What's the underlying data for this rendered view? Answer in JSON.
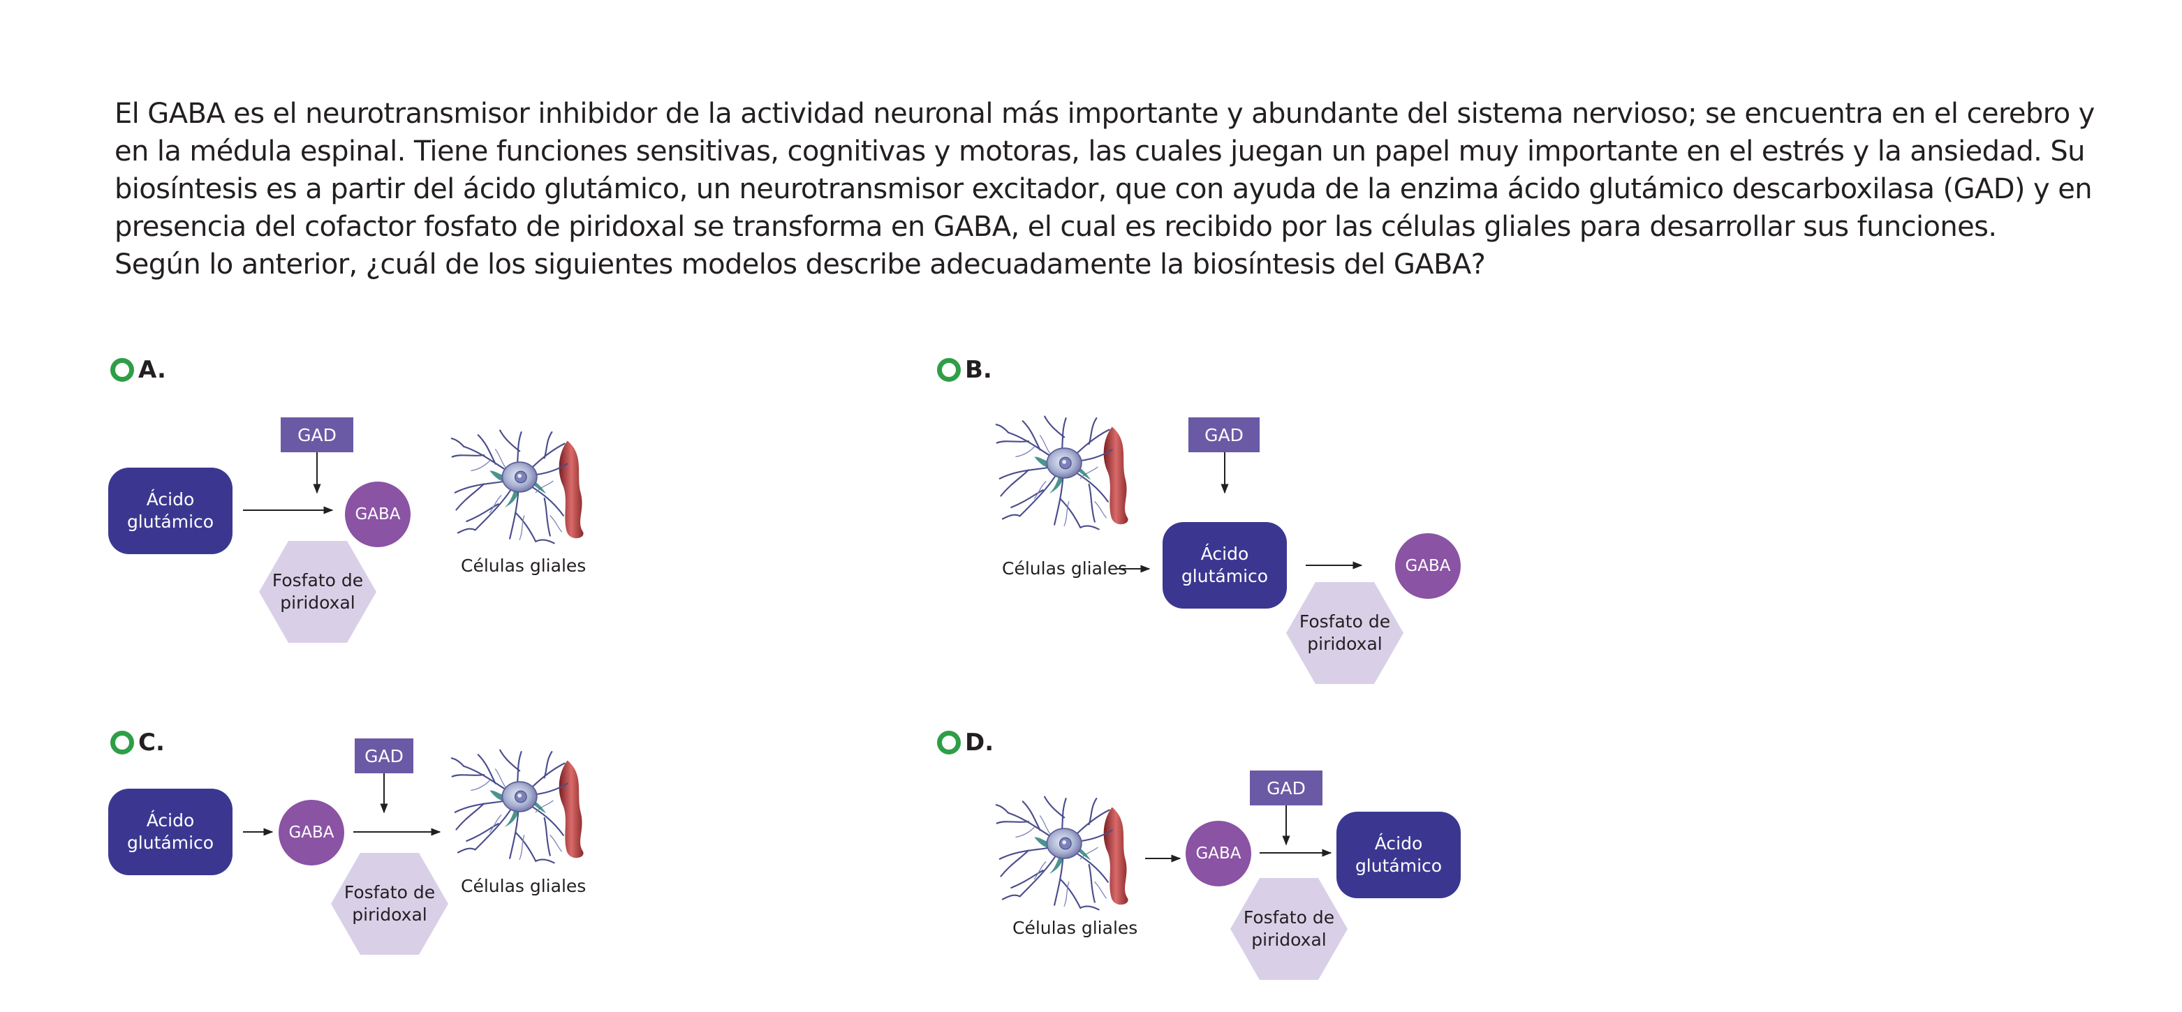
{
  "question": {
    "paragraph": "El GABA es el neurotransmisor inhibidor de la actividad neuronal más importante y abundante del sistema nervioso; se encuentra en el cerebro y en la médula espinal. Tiene funciones sensitivas, cognitivas y motoras, las cuales juegan un papel muy importante en el estrés y la ansiedad. Su biosíntesis es a partir del ácido glutámico, un neurotransmisor  excitador, que con ayuda de la enzima ácido glutámico descarboxilasa (GAD) y en presencia del cofactor fosfato de piridoxal se transforma en GABA, el cual es recibido por las células gliales para desarrollar sus funciones.",
    "prompt": "Según lo anterior, ¿cuál de los siguientes modelos describe adecuadamente la biosíntesis del GABA?"
  },
  "labels": {
    "acid": "Ácido glutámico",
    "gad": "GAD",
    "gaba": "GABA",
    "cofactor": "Fosfato de piridoxal",
    "glia": "Células gliales"
  },
  "options": [
    {
      "letter": "A."
    },
    {
      "letter": "B."
    },
    {
      "letter": "C."
    },
    {
      "letter": "D."
    }
  ],
  "colors": {
    "acid": "#3b3791",
    "gad": "#6a5aa5",
    "gaba": "#8a53a3",
    "cofactor": "#d9d0e8",
    "radio": "#2e9e47"
  }
}
